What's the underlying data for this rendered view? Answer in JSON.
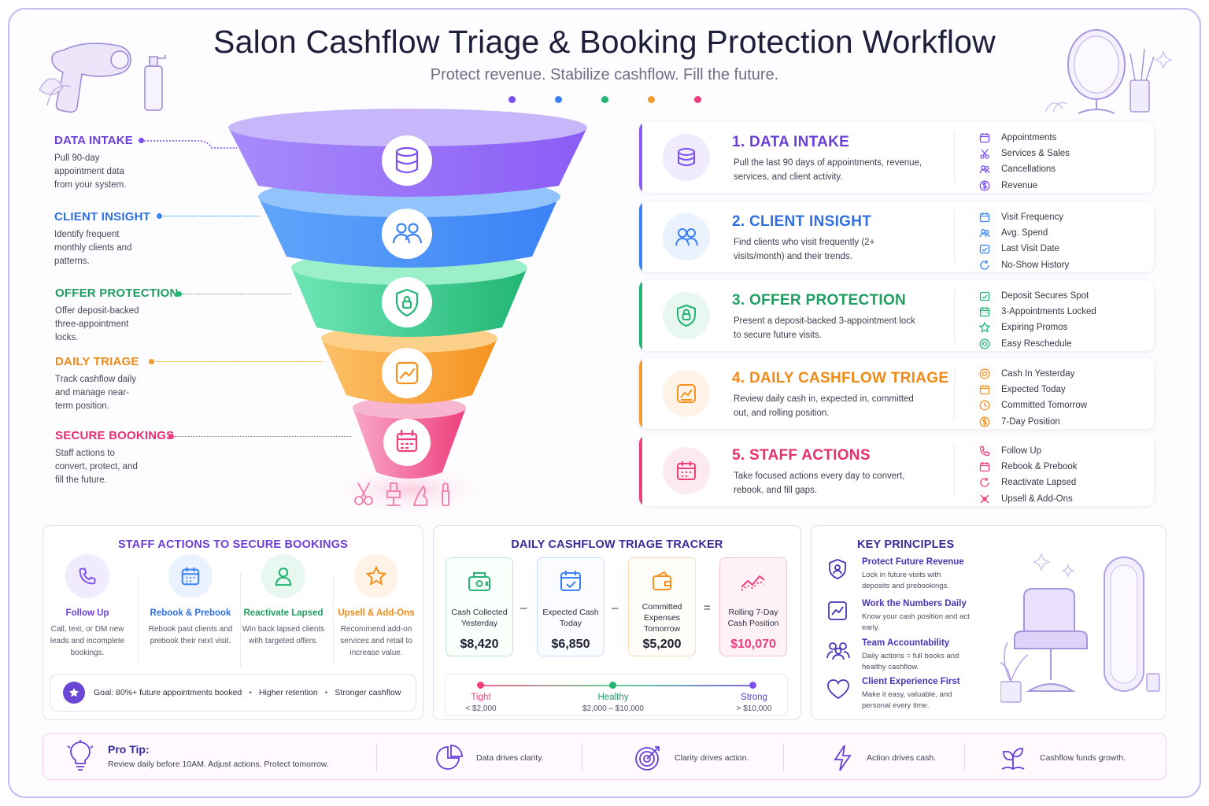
{
  "header": {
    "title": "Salon Cashflow Triage & Booking Protection Workflow",
    "subtitle": "Protect revenue. Stabilize cashflow. Fill the future."
  },
  "colors": {
    "purple": "#8b5cf6",
    "blue": "#3b82f6",
    "green": "#22b573",
    "orange": "#f59a2c",
    "pink": "#ee3f7c"
  },
  "funnel_labels": [
    {
      "title": "DATA INTAKE",
      "desc": "Pull 90-day appointment data from your system."
    },
    {
      "title": "CLIENT INSIGHT",
      "desc": "Identify frequent monthly clients and patterns."
    },
    {
      "title": "OFFER PROTECTION",
      "desc": "Offer deposit-backed three-appointment locks."
    },
    {
      "title": "DAILY TRIAGE",
      "desc": "Track cashflow daily and manage near-term position."
    },
    {
      "title": "SECURE BOOKINGS",
      "desc": "Staff actions to convert, protect, and fill the future."
    }
  ],
  "steps": [
    {
      "title": "1.  DATA INTAKE",
      "desc": "Pull the last 90 days of appointments, revenue, services, and client activity.",
      "items": [
        "Appointments",
        "Services & Sales",
        "Cancellations",
        "Revenue"
      ]
    },
    {
      "title": "2.  CLIENT INSIGHT",
      "desc": "Find clients who visit frequently (2+ visits/month) and their trends.",
      "items": [
        "Visit Frequency",
        "Avg. Spend",
        "Last Visit Date",
        "No-Show History"
      ]
    },
    {
      "title": "3.  OFFER PROTECTION",
      "desc": "Present a deposit-backed 3-appointment lock to secure future visits.",
      "items": [
        "Deposit Secures Spot",
        "3-Appointments Locked",
        "Expiring Promos",
        "Easy Reschedule"
      ]
    },
    {
      "title": "4.  DAILY CASHFLOW TRIAGE",
      "desc": "Review daily cash in, expected in, committed out, and rolling position.",
      "items": [
        "Cash In Yesterday",
        "Expected Today",
        "Committed Tomorrow",
        "7-Day Position"
      ]
    },
    {
      "title": "5.  STAFF ACTIONS",
      "desc": "Take focused actions every day to convert, rebook, and fill gaps.",
      "items": [
        "Follow Up",
        "Rebook & Prebook",
        "Reactivate Lapsed",
        "Upsell & Add-Ons"
      ]
    }
  ],
  "staff_actions": {
    "title": "STAFF ACTIONS TO SECURE BOOKINGS",
    "actions": [
      {
        "title": "Follow Up",
        "desc": "Call, text, or DM new leads and incomplete bookings."
      },
      {
        "title": "Rebook & Prebook",
        "desc": "Rebook past clients and prebook their next visit."
      },
      {
        "title": "Reactivate Lapsed",
        "desc": "Win back lapsed clients with targeted offers."
      },
      {
        "title": "Upsell & Add-Ons",
        "desc": "Recommend add-on services and retail to increase value."
      }
    ],
    "goal": "Goal: 80%+ future appointments booked",
    "goal_b": "Higher retention",
    "goal_c": "Stronger cashflow",
    "bullet": "•"
  },
  "tracker": {
    "title": "DAILY CASHFLOW TRIAGE TRACKER",
    "cards": [
      {
        "label": "Cash Collected Yesterday",
        "value": "$8,420"
      },
      {
        "label": "Expected Cash Today",
        "value": "$6,850"
      },
      {
        "label": "Committed Expenses Tomorrow",
        "value": "$5,200"
      },
      {
        "label": "Rolling 7-Day Cash Position",
        "value": "$10,070"
      }
    ],
    "ops": [
      "–",
      "–",
      "="
    ],
    "scale": [
      {
        "name": "Tight",
        "range": "< $2,000"
      },
      {
        "name": "Healthy",
        "range": "$2,000 – $10,000"
      },
      {
        "name": "Strong",
        "range": "> $10,000"
      }
    ]
  },
  "principles": {
    "title": "KEY PRINCIPLES",
    "items": [
      {
        "title": "Protect Future Revenue",
        "desc": "Lock in future visits with deposits and prebookings."
      },
      {
        "title": "Work the Numbers Daily",
        "desc": "Know your cash position and act early."
      },
      {
        "title": "Team Accountability",
        "desc": "Daily actions = full books and healthy cashflow."
      },
      {
        "title": "Client Experience First",
        "desc": "Make it easy, valuable, and personal every time."
      }
    ]
  },
  "pro_tip": {
    "title": "Pro Tip:",
    "text": "Review daily before 10AM. Adjust actions. Protect tomorrow.",
    "mottos": [
      "Data drives clarity.",
      "Clarity drives action.",
      "Action drives cash.",
      "Cashflow funds growth."
    ]
  }
}
